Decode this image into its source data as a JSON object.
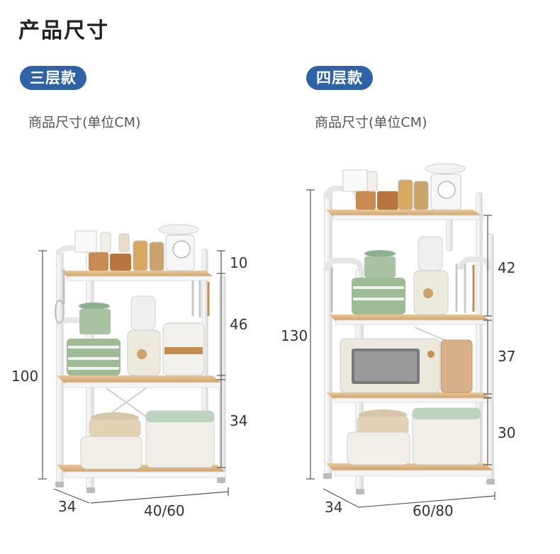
{
  "page_title": "产品尺寸",
  "accent_color": "#2f63a6",
  "variants": [
    {
      "badge": "三层款",
      "subtitle": "商品尺寸(单位CM)",
      "dims": {
        "total_height": "100",
        "tier_top": "10",
        "tier_middle": "46",
        "tier_bottom": "34",
        "depth": "34",
        "width": "40/60"
      }
    },
    {
      "badge": "四层款",
      "subtitle": "商品尺寸(单位CM)",
      "dims": {
        "total_height": "130",
        "tier_top": "42",
        "tier_middle": "37",
        "tier_bottom": "30",
        "depth": "34",
        "width": "60/80"
      }
    }
  ]
}
